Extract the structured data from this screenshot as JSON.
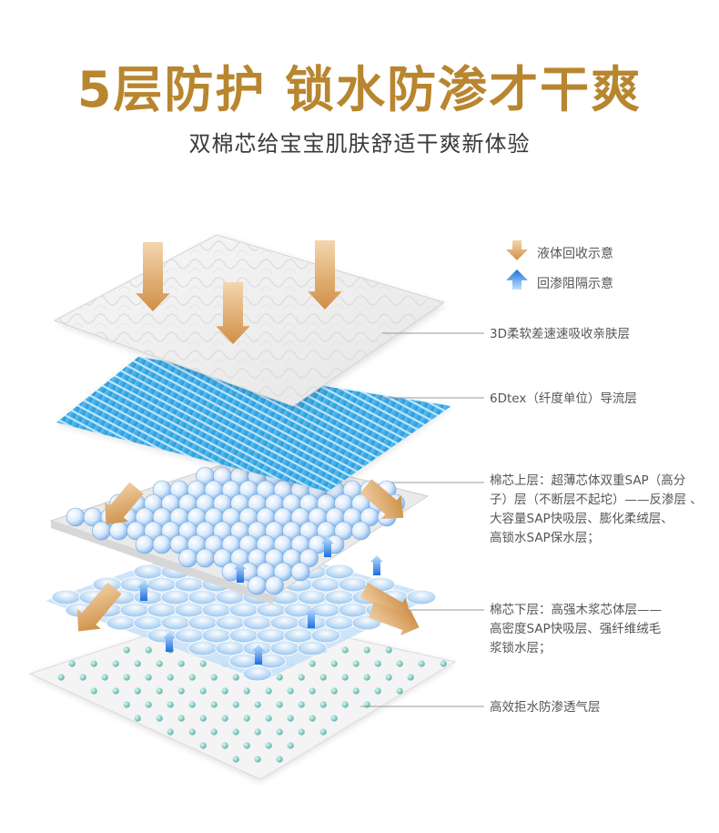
{
  "header": {
    "title": "5层防护 锁水防渗才干爽",
    "subtitle": "双棉芯给宝宝肌肤舒适干爽新体验"
  },
  "legend": [
    {
      "icon": "arrow-down-icon",
      "label": "液体回收示意",
      "color": "#d9a15c"
    },
    {
      "icon": "arrow-up-icon",
      "label": "回渗阻隔示意",
      "color": "#2f7fe0"
    }
  ],
  "layers": [
    {
      "lines": [
        "3D柔软差速速吸收亲肤层"
      ]
    },
    {
      "lines": [
        "6Dtex（纤度单位）导流层"
      ]
    },
    {
      "lines": [
        "棉芯上层：超薄芯体双重SAP（高分",
        "子）层（不断层不起坨）——反渗层 、",
        "大容量SAP快吸层、膨化柔绒层、",
        "高锁水SAP保水层；"
      ]
    },
    {
      "lines": [
        "棉芯下层：高强木浆芯体层——",
        "高密度SAP快吸层、强纤维绒毛",
        "浆锁水层；"
      ]
    },
    {
      "lines": [
        "高效拒水防渗透气层"
      ]
    }
  ],
  "colors": {
    "title_gold": "#b8862f",
    "accent_orange": "#d9a15c",
    "accent_blue": "#2f7fe0",
    "layer_blue": "#4db3ea"
  }
}
